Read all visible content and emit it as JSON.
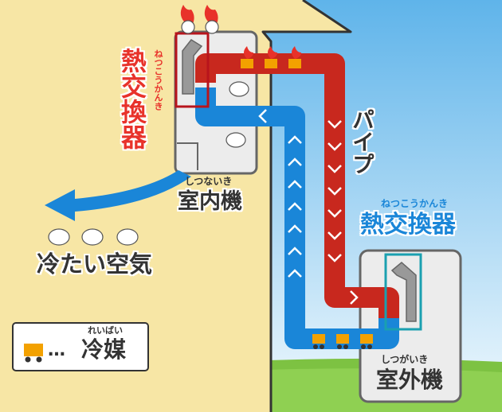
{
  "colors": {
    "hot_pipe": "#c8281e",
    "cold_pipe": "#1a86d8",
    "wall": "#f7e6a5",
    "roof_outline": "#333333",
    "sky_top": "#6ab8ec",
    "grass": "#7dc242",
    "unit_fill": "#ececec",
    "label_red": "#e8322a",
    "label_blue": "#1a86d8",
    "refrigerant": "#f3a100"
  },
  "labels": {
    "indoor_hx_ruby": "ねつこうかんき",
    "indoor_hx": "熱交換器",
    "indoor_unit_ruby": "しつないき",
    "indoor_unit": "室内機",
    "pipe": "パイプ",
    "outdoor_hx_ruby": "ねつこうかんき",
    "outdoor_hx": "熱交換器",
    "outdoor_unit_ruby": "しつがいき",
    "outdoor_unit": "室外機",
    "cold_air": "冷たい空気",
    "legend_ruby": "れいばい",
    "legend_dots": "…",
    "legend_text": "冷媒"
  },
  "icons": {
    "heat": "flame-character-icon",
    "cold": "cloud-character-icon",
    "refrigerant": "cart-icon",
    "flow_hot": "chevron-down-icon",
    "flow_cold": "chevron-up-icon",
    "air": "curved-arrow-left-icon"
  }
}
